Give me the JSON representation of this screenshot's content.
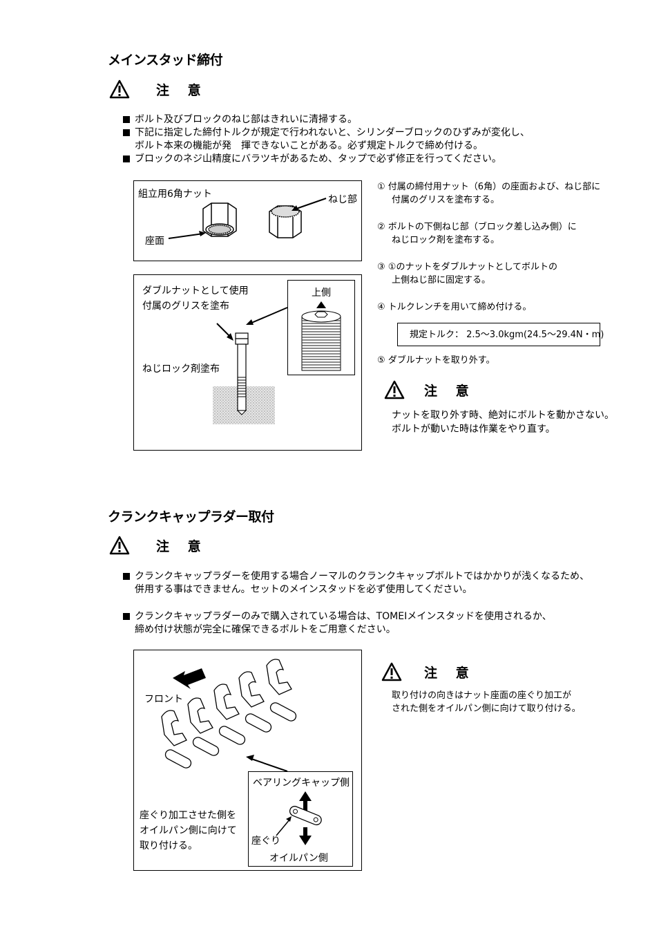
{
  "section1": {
    "title": "メインスタッド締付",
    "caution_label": "注 意",
    "bullets": [
      "ボルト及びブロックのねじ部はきれいに清掃する。",
      "下記に指定した締付トルクが規定で行われないと、シリンダーブロックのひずみが変化し、",
      "ボルト本来の機能が発　揮できないことがある。必ず規定トルクで締め付ける。",
      "ブロックのネジ山精度にバラツキがあるため、タップで必ず修正を行ってください。"
    ],
    "figure_nut": {
      "title": "組立用6角ナット",
      "seat_label": "座面",
      "thread_label": "ねじ部"
    },
    "figure_stud": {
      "label_line1": "ダブルナットとして使用",
      "label_line2": "付属のグリスを塗布",
      "lock_label": "ねじロック剤塗布",
      "up_label": "上側"
    },
    "steps": [
      {
        "num": "①",
        "lines": [
          "付属の締付用ナット（6角）の座面および、ねじ部に",
          "付属のグリスを塗布する。"
        ]
      },
      {
        "num": "②",
        "lines": [
          "ボルトの下側ねじ部（ブロック差し込み側）に",
          "ねじロック剤を塗布する。"
        ]
      },
      {
        "num": "③",
        "lines": [
          "①のナットをダブルナットとしてボルトの",
          "上側ねじ部に固定する。"
        ]
      },
      {
        "num": "④",
        "lines": [
          "トルクレンチを用いて締め付ける。"
        ]
      },
      {
        "num": "⑤",
        "lines": [
          "ダブルナットを取り外す。"
        ]
      }
    ],
    "torque_spec": "規定トルク： 2.5～3.0kgm(24.5～29.4N・m)",
    "caution2_label": "注 意",
    "caution2_lines": [
      "ナットを取り外す時、絶対にボルトを動かさない。",
      "ボルトが動いた時は作業をやり直す。"
    ]
  },
  "section2": {
    "title": "クランクキャップラダー取付",
    "caution_label": "注 意",
    "bullet1": [
      "クランクキャップラダーを使用する場合ノーマルのクランクキャップボルトではかかりが浅くなるため、",
      "併用する事はできません。セットのメインスタッドを必ず使用してください。"
    ],
    "bullet2": [
      "クランクキャップラダーのみで購入されている場合は、TOMEIメインスタッドを使用されるか、",
      "締め付け状態が完全に確保できるボルトをご用意ください。"
    ],
    "figure": {
      "front_label": "フロント",
      "note_lines": [
        "座ぐり加工させた側を",
        "オイルパン側に向けて",
        "取り付ける。"
      ],
      "bearing_side": "ベアリングキャップ側",
      "counterbore": "座ぐり",
      "oilpan_side": "オイルパン側"
    },
    "caution2_label": "注 意",
    "caution2_lines": [
      "取り付けの向きはナット座面の座ぐり加工が",
      "された側をオイルパン側に向けて取り付ける。"
    ]
  }
}
